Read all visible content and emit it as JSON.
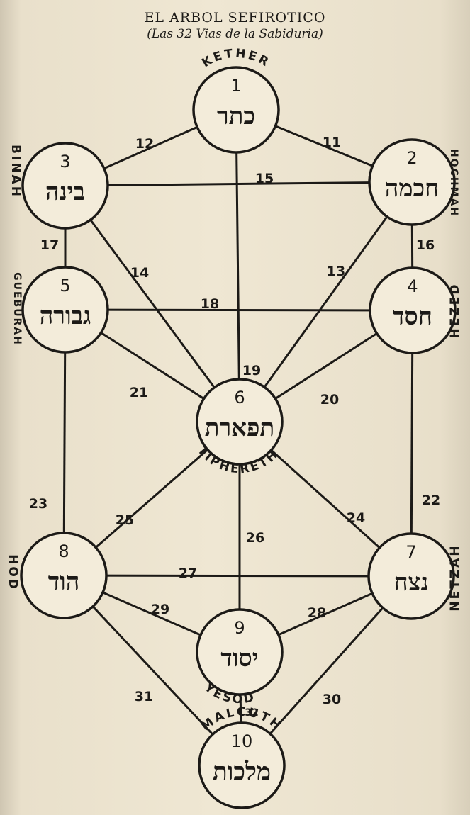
{
  "title": "EL ARBOL SEFIROTICO",
  "subtitle": "(Las 32 Vias de la Sabiduria)",
  "colors": {
    "ink": "#1c1a17",
    "paper": "#ece3cf",
    "node_fill": "#f3ecda"
  },
  "sephiroth": [
    {
      "id": 1,
      "number": "1",
      "hebrew": "כתר",
      "name": "KETHER"
    },
    {
      "id": 2,
      "number": "2",
      "hebrew": "חכמה",
      "name": "HOCHMAH"
    },
    {
      "id": 3,
      "number": "3",
      "hebrew": "בינה",
      "name": "BINAH"
    },
    {
      "id": 4,
      "number": "4",
      "hebrew": "חסד",
      "name": "HEZED"
    },
    {
      "id": 5,
      "number": "5",
      "hebrew": "גבורה",
      "name": "GUEBURAH"
    },
    {
      "id": 6,
      "number": "6",
      "hebrew": "תפארת",
      "name": "TIPHERETH"
    },
    {
      "id": 7,
      "number": "7",
      "hebrew": "נצח",
      "name": "NETZAH"
    },
    {
      "id": 8,
      "number": "8",
      "hebrew": "הוד",
      "name": "HOD"
    },
    {
      "id": 9,
      "number": "9",
      "hebrew": "יסוד",
      "name": "YESOD"
    },
    {
      "id": 10,
      "number": "10",
      "hebrew": "מלכות",
      "name": "MALCUTH"
    }
  ],
  "paths": [
    {
      "number": "11",
      "from": 1,
      "to": 2
    },
    {
      "number": "12",
      "from": 1,
      "to": 3
    },
    {
      "number": "13",
      "from": 2,
      "to": 6
    },
    {
      "number": "14",
      "from": 3,
      "to": 6
    },
    {
      "number": "15",
      "from": 3,
      "to": 2
    },
    {
      "number": "16",
      "from": 2,
      "to": 4
    },
    {
      "number": "17",
      "from": 3,
      "to": 5
    },
    {
      "number": "18",
      "from": 5,
      "to": 4
    },
    {
      "number": "19",
      "from": 1,
      "to": 6
    },
    {
      "number": "20",
      "from": 4,
      "to": 6
    },
    {
      "number": "21",
      "from": 5,
      "to": 6
    },
    {
      "number": "22",
      "from": 4,
      "to": 7
    },
    {
      "number": "23",
      "from": 5,
      "to": 8
    },
    {
      "number": "24",
      "from": 6,
      "to": 7
    },
    {
      "number": "25",
      "from": 6,
      "to": 8
    },
    {
      "number": "26",
      "from": 6,
      "to": 9
    },
    {
      "number": "27",
      "from": 8,
      "to": 7
    },
    {
      "number": "28",
      "from": 7,
      "to": 9
    },
    {
      "number": "29",
      "from": 8,
      "to": 9
    },
    {
      "number": "30",
      "from": 7,
      "to": 10
    },
    {
      "number": "31",
      "from": 8,
      "to": 10
    },
    {
      "number": "32",
      "from": 9,
      "to": 10
    }
  ]
}
